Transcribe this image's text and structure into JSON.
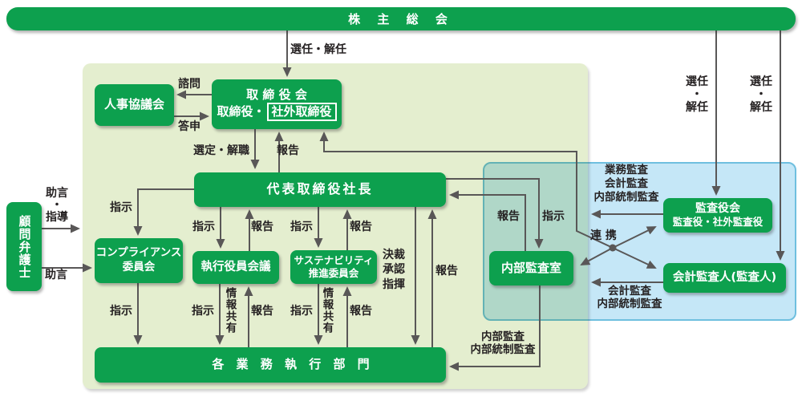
{
  "palette": {
    "box_green": "#0DA04E",
    "execution_panel_bg": "#E4EECF",
    "audit_panel_bg": "#C5E7F7",
    "audit_panel_border": "#6FBFDF",
    "connector_gray": "#595757",
    "label_text": "#262223"
  },
  "top_bar": {
    "label": "株 主 総 会"
  },
  "boxes": {
    "personnel_council": "人事協議会",
    "board_line1": "取 締 役 会",
    "board_line2_prefix": "取締役・",
    "board_outside_directors": "社外取締役",
    "president": "代表取締役社長",
    "compliance_committee": "コンプライアンス\n委員会",
    "executive_meeting": "執行役員会議",
    "sustainability_committee": "サステナビリティ\n推進委員会",
    "departments": "各 業 務 執 行 部 門",
    "internal_audit_office": "内部監査室",
    "audit_board_line1": "監査役会",
    "audit_board_line2": "監査役・社外監査役",
    "accounting_auditor": "会計監査人(監査人)",
    "legal_advisor": "顧問弁護士"
  },
  "labels": {
    "appoint_dismiss": "選任・解任",
    "appoint_dismiss_vertical": "選任\n・\n解任",
    "consult": "諮問",
    "report_back": "答申",
    "select_dismiss": "選定・解職",
    "report": "報告",
    "instruct": "指示",
    "advice_guidance": "助言\n・\n指導",
    "advice": "助言",
    "info_sharing": "情報共有",
    "approval": "決裁\n承認\n指揮",
    "cooperation": "連 携",
    "internal_audit_scope": "内部監査\n内部統制監査",
    "audit_board_scope": "業務監査\n会計監査\n内部統制監査",
    "accounting_scope": "会計監査\n内部統制監査"
  }
}
